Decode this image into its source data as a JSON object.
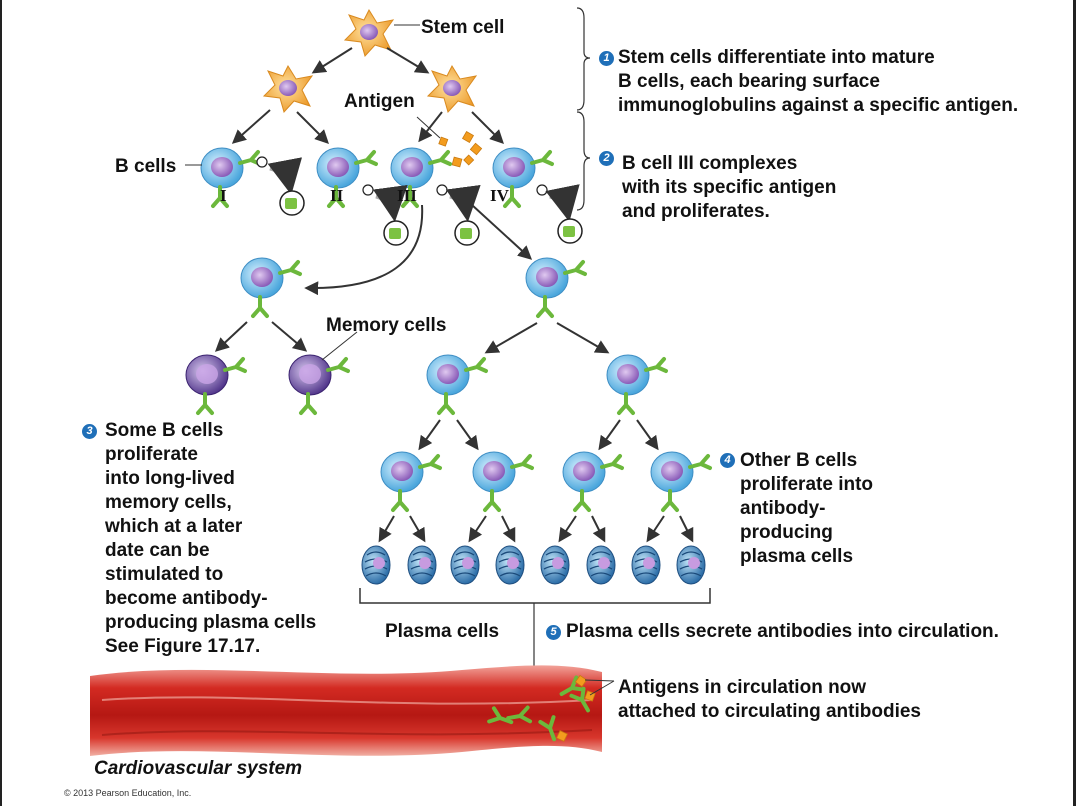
{
  "labels": {
    "stem_cell": "Stem cell",
    "antigen": "Antigen",
    "b_cells": "B cells",
    "roman": [
      "I",
      "II",
      "III",
      "IV"
    ],
    "memory_cells": "Memory cells",
    "plasma_cells": "Plasma cells",
    "antigens_circ": "Antigens in circulation now\nattached to circulating antibodies",
    "cardio": "Cardiovascular system",
    "copyright": "© 2013 Pearson Education, Inc."
  },
  "steps": [
    {
      "num": "1",
      "text": "Stem cells differentiate into mature\nB cells, each bearing surface\nimmunoglobulins against a specific antigen."
    },
    {
      "num": "2",
      "text": "B cell III complexes\nwith its specific antigen\nand proliferates."
    },
    {
      "num": "3",
      "text": "Some B cells\nproliferate\ninto long-lived\nmemory cells,\nwhich at a later\ndate can be\nstimulated to\nbecome antibody-\nproducing plasma cells\nSee Figure 17.17."
    },
    {
      "num": "4",
      "text": "Other B cells\nproliferate into\nantibody-\nproducing\nplasma cells"
    },
    {
      "num": "5",
      "text": "Plasma cells secrete antibodies into circulation."
    }
  ],
  "colors": {
    "stem": "#f3b04a",
    "b_cell": "#7fc8ee",
    "nucleus": "#9b6fc4",
    "memory": "#6b4fa6",
    "antibody": "#7cc242",
    "antigen": "#f39c1e",
    "vessel": "#c9231e",
    "badge": "#1f6fb8"
  }
}
